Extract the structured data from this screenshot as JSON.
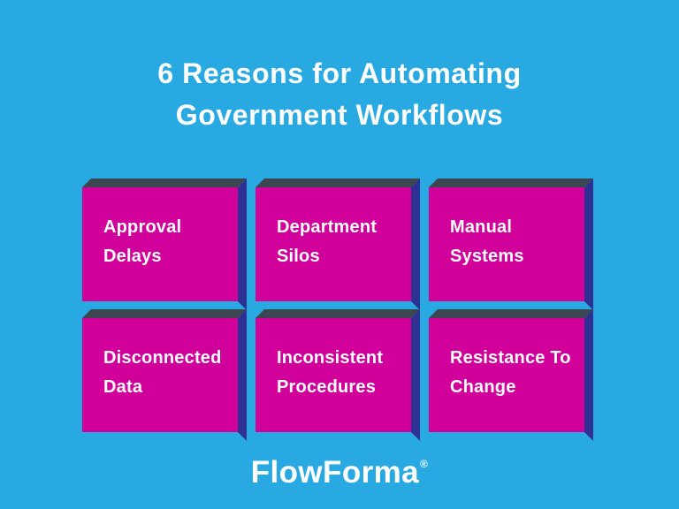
{
  "title": {
    "line1": "6 Reasons for Automating",
    "line2": "Government Workflows"
  },
  "boxes": [
    {
      "line1": "Approval",
      "line2": "Delays"
    },
    {
      "line1": "Department",
      "line2": "Silos"
    },
    {
      "line1": "Manual",
      "line2": "Systems"
    },
    {
      "line1": "Disconnected",
      "line2": "Data"
    },
    {
      "line1": "Inconsistent",
      "line2": "Procedures"
    },
    {
      "line1": "Resistance To",
      "line2": "Change"
    }
  ],
  "footer": {
    "brand": "FlowForma",
    "registered": "®"
  },
  "colors": {
    "background": "#29A9E1",
    "box_face": "#D2009B",
    "box_top": "#3B4650",
    "box_side": "#2E3191",
    "text": "#FFFFFF"
  }
}
